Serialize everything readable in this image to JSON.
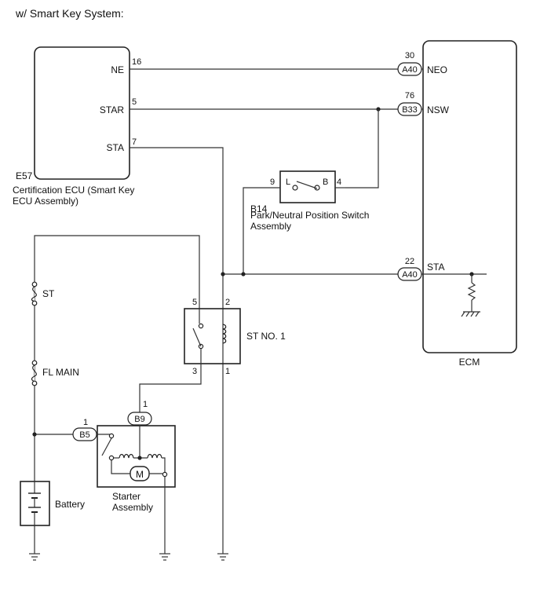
{
  "title": "w/ Smart Key System:",
  "cert_ecu": {
    "id": "E57",
    "name_line1": "Certification ECU (Smart Key",
    "name_line2": "ECU Assembly)",
    "terminals": [
      {
        "name": "NE",
        "pin": "16"
      },
      {
        "name": "STAR",
        "pin": "5"
      },
      {
        "name": "STA",
        "pin": "7"
      }
    ]
  },
  "ecm": {
    "label": "ECM",
    "terminals": [
      {
        "name": "NEO",
        "pin": "30",
        "connector": "A40"
      },
      {
        "name": "NSW",
        "pin": "76",
        "connector": "B33"
      },
      {
        "name": "STA",
        "pin": "22",
        "connector": "A40"
      }
    ]
  },
  "pnp_switch": {
    "id": "B14",
    "name_line1": "Park/Neutral Position Switch",
    "name_line2": "Assembly",
    "left_pin": "9",
    "right_pin": "4",
    "left_contact": "L",
    "right_contact": "B"
  },
  "relay": {
    "label": "ST NO. 1",
    "pins": {
      "top_left": "5",
      "top_right": "2",
      "bottom_left": "3",
      "bottom_right": "1"
    }
  },
  "fuses": [
    {
      "label": "ST"
    },
    {
      "label": "FL MAIN"
    }
  ],
  "battery": {
    "label": "Battery"
  },
  "starter": {
    "label_line1": "Starter",
    "label_line2": "Assembly",
    "motor_symbol": "M",
    "b9": {
      "connector": "B9",
      "pin": "1"
    },
    "b5": {
      "connector": "B5",
      "pin": "1"
    }
  }
}
